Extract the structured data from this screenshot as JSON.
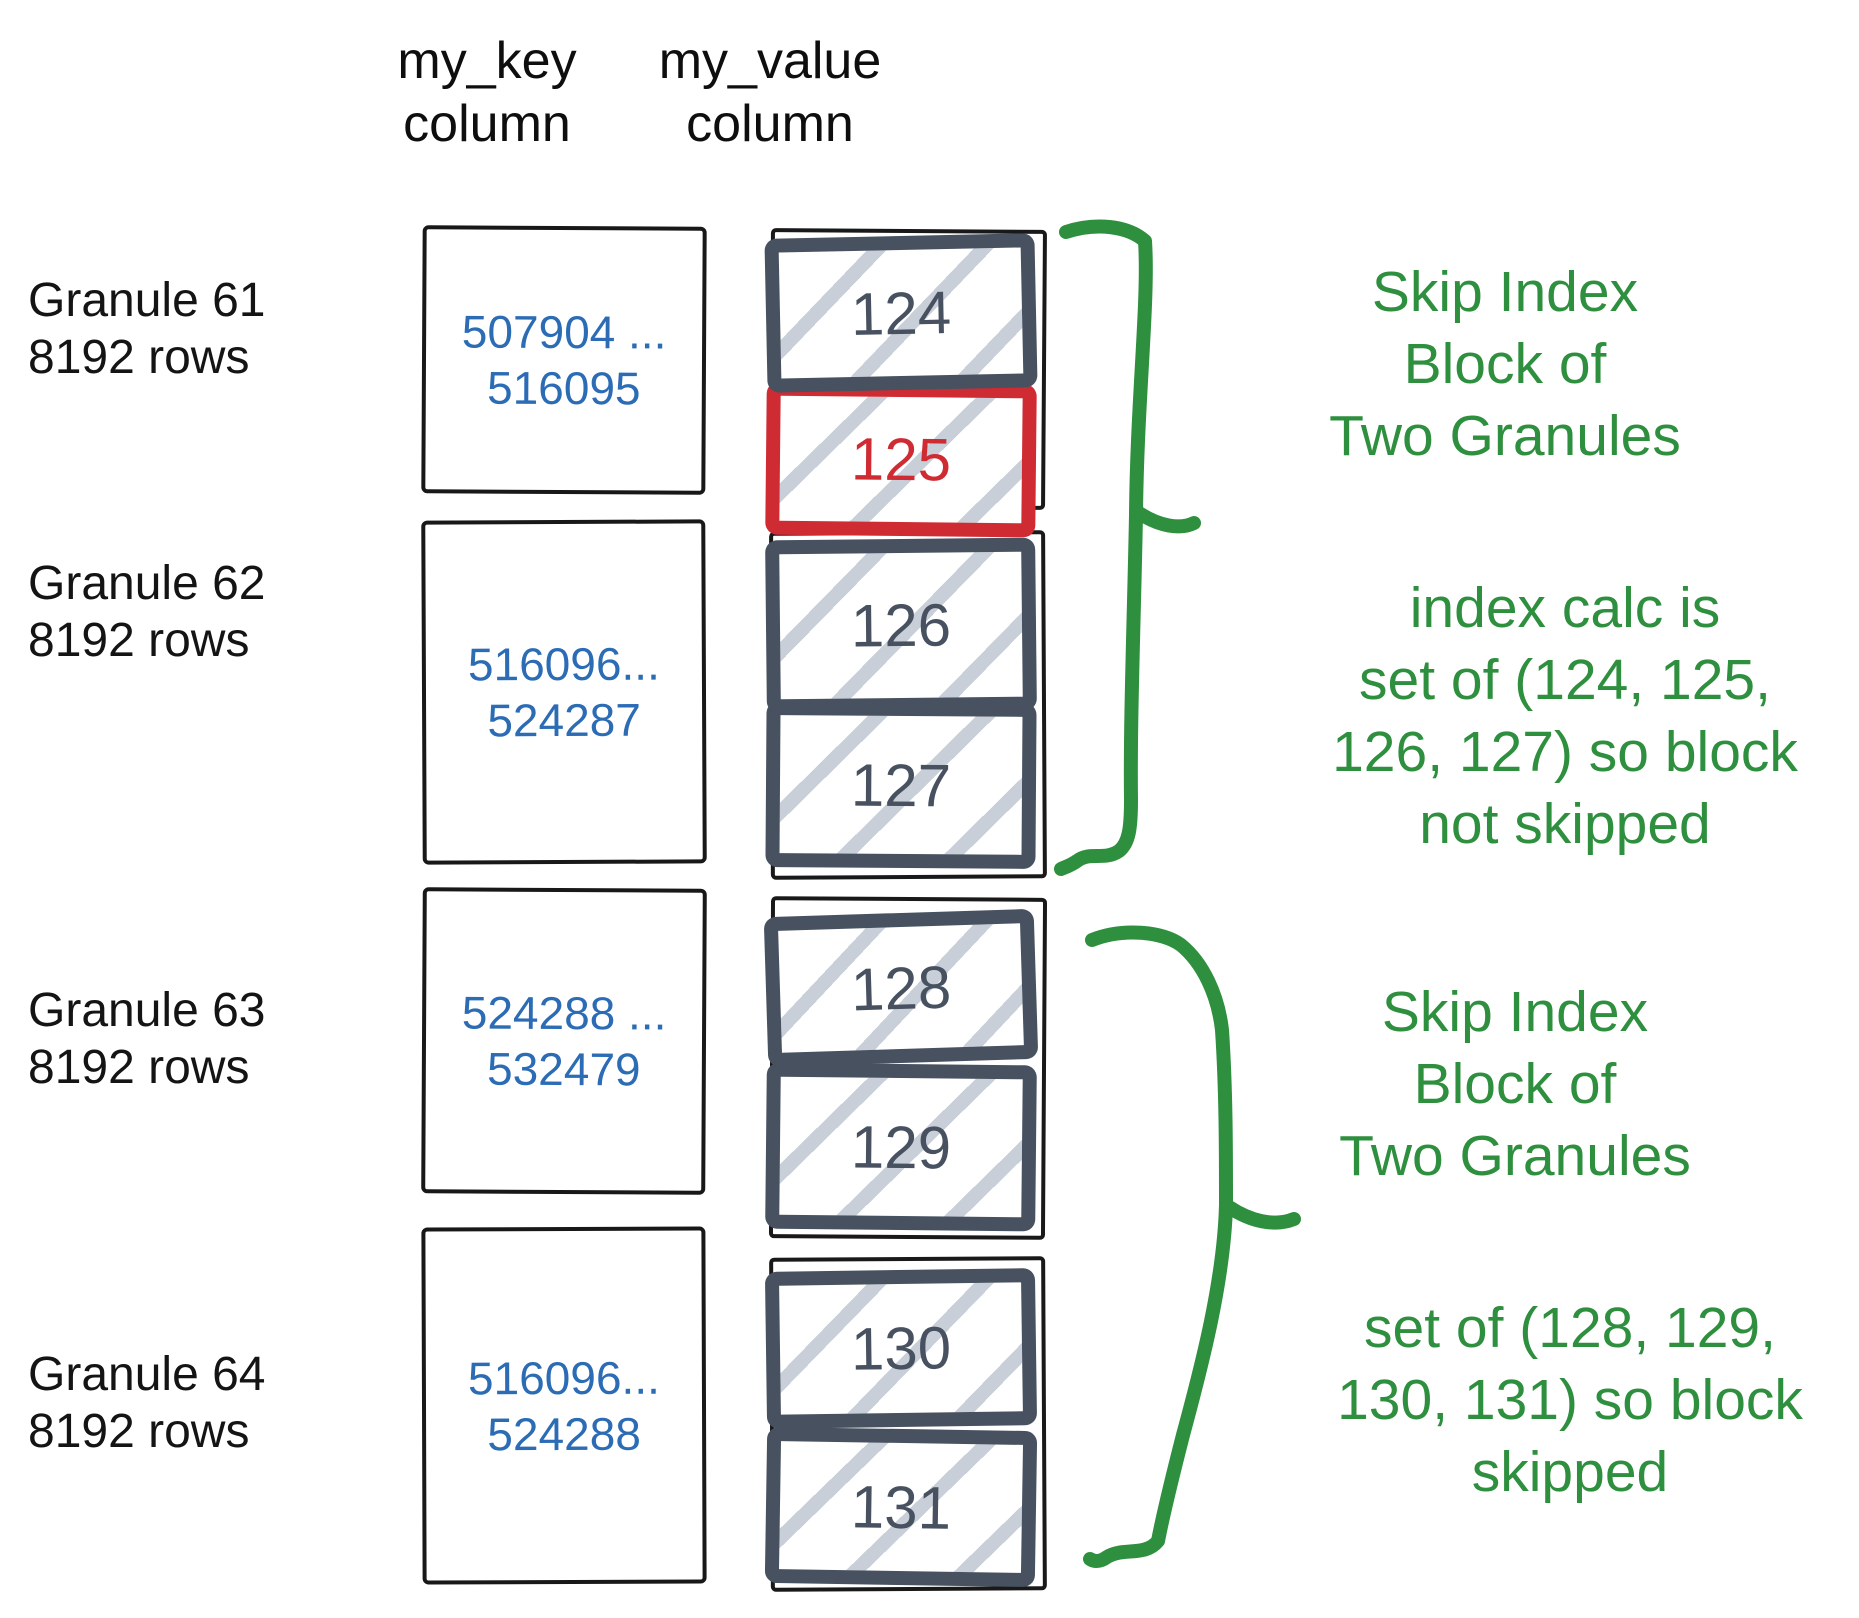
{
  "headers": {
    "key": {
      "line1": "my_key",
      "line2": "column"
    },
    "value": {
      "line1": "my_value",
      "line2": "column"
    }
  },
  "granules": [
    {
      "name_line1": "Granule 61",
      "name_line2": "8192 rows",
      "key_line1": "507904 ...",
      "key_line2": "516095"
    },
    {
      "name_line1": "Granule 62",
      "name_line2": "8192 rows",
      "key_line1": "516096...",
      "key_line2": "524287"
    },
    {
      "name_line1": "Granule 63",
      "name_line2": "8192 rows",
      "key_line1": "524288 ...",
      "key_line2": "532479"
    },
    {
      "name_line1": "Granule 64",
      "name_line2": "8192 rows",
      "key_line1": "516096...",
      "key_line2": "524288"
    }
  ],
  "value_blocks": [
    {
      "value": "124",
      "highlighted": false
    },
    {
      "value": "125",
      "highlighted": true
    },
    {
      "value": "126",
      "highlighted": false
    },
    {
      "value": "127",
      "highlighted": false
    },
    {
      "value": "128",
      "highlighted": false
    },
    {
      "value": "129",
      "highlighted": false
    },
    {
      "value": "130",
      "highlighted": false
    },
    {
      "value": "131",
      "highlighted": false
    }
  ],
  "annotations": [
    {
      "lines": [
        "Skip Index",
        "Block of",
        "Two Granules"
      ]
    },
    {
      "lines": [
        "index calc is",
        "set of (124, 125,",
        "126, 127) so block",
        "not skipped"
      ]
    },
    {
      "lines": [
        "Skip Index",
        "Block of",
        "Two Granules"
      ]
    },
    {
      "lines": [
        "set of (128, 129,",
        "130, 131) so block",
        "skipped"
      ]
    }
  ],
  "colors": {
    "annotation_green": "#2e8f3e",
    "key_text_blue": "#2b6cb5",
    "highlight_red": "#ce2b33",
    "block_slate": "#475160",
    "hatch_gray": "#c9cfd9",
    "outline_black": "#181818"
  }
}
